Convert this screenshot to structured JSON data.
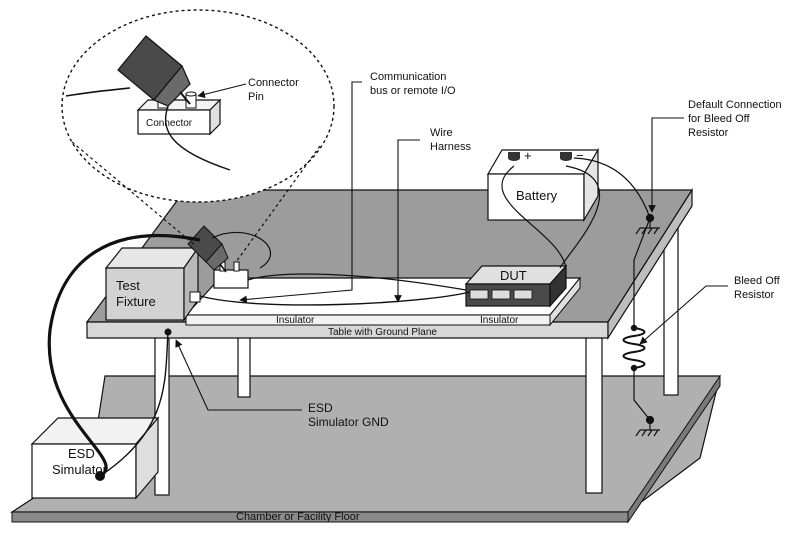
{
  "labels": {
    "connector_pin": [
      "Connector",
      "Pin"
    ],
    "connector": "Connector",
    "communication": [
      "Communication",
      "bus or remote I/O"
    ],
    "wire_harness": [
      "Wire",
      "Harness"
    ],
    "default_connection": [
      "Default Connection",
      "for Bleed Off",
      "Resistor"
    ],
    "battery": "Battery",
    "battery_plus": "+",
    "battery_minus": "−",
    "dut": "DUT",
    "test_fixture": [
      "Test",
      "Fixture"
    ],
    "insulator_left": "Insulator",
    "insulator_right": "Insulator",
    "table": "Table with Ground Plane",
    "bleed_off": [
      "Bleed Off",
      "Resistor"
    ],
    "esd_gnd": [
      "ESD",
      "Simulator GND"
    ],
    "esd_simulator": [
      "ESD",
      "Simulator"
    ],
    "floor": "Chamber or Facility Floor"
  },
  "colors": {
    "gray_light": "#c8c8c8",
    "gray_mid": "#9a9a9a",
    "gray_dark": "#5a5a5a",
    "line": "#111111"
  }
}
